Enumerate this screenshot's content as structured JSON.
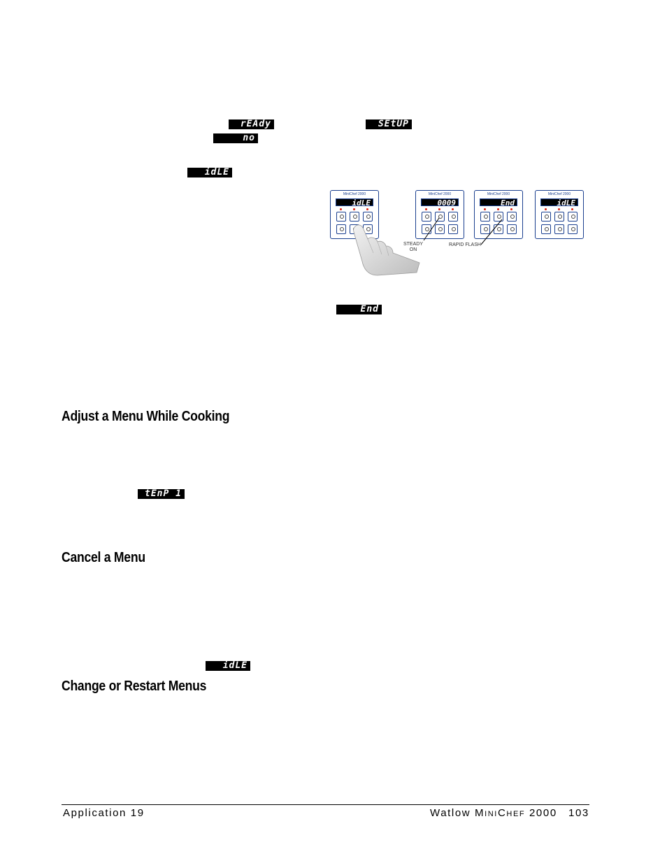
{
  "displays": {
    "ready": "rEAdy",
    "setup": "SEtUP",
    "no": "no",
    "idle_top": "idLE",
    "end_mid": "End",
    "temp1": "tEnP 1",
    "idle_bottom": "idLE"
  },
  "figure": {
    "controllers": [
      {
        "brand": "MiniChef 2000",
        "display": "idLE"
      },
      {
        "brand": "MiniChef 2000",
        "display": "0009"
      },
      {
        "brand": "MiniChef 2000",
        "display": "End"
      },
      {
        "brand": "MiniChef 2000",
        "display": "idLE"
      }
    ],
    "steady_on_label": "STEADY\nON",
    "rapid_flash_label": "RAPID FLASH"
  },
  "sections": {
    "adjust": "Adjust a Menu While Cooking",
    "cancel": "Cancel a Menu",
    "change": "Change or Restart Menus"
  },
  "footer": {
    "left": "Application 19",
    "brand_watlow": "Watlow ",
    "brand_m": "M",
    "brand_ini": "INI",
    "brand_c": "C",
    "brand_hef": "HEF",
    "brand_model": " 2000",
    "page_number": "103"
  }
}
